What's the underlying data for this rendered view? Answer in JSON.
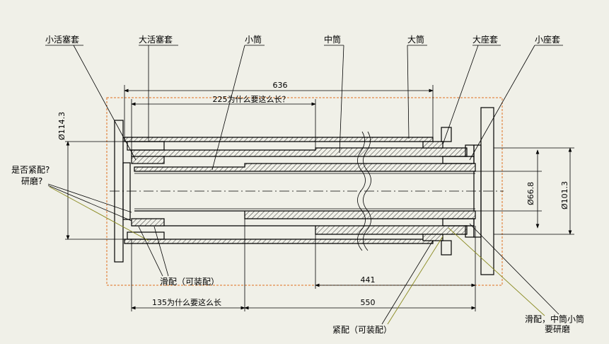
{
  "labels": {
    "small_piston_sleeve": "小活塞套",
    "large_piston_sleeve": "大活塞套",
    "small_cylinder": "小筒",
    "middle_cylinder": "中筒",
    "large_cylinder": "大筒",
    "large_seat_sleeve": "大座套",
    "small_seat_sleeve": "小座套",
    "tight_fit_question": "是否紧配?",
    "grinding_question": "研磨?",
    "sliding_fit_removable": "滑配（可装配）",
    "tight_fit_removable": "紧配（可装配）",
    "sliding_fit_note_line1": "滑配，中筒小筒",
    "sliding_fit_note_line2": "要研磨"
  },
  "dimensions": {
    "overall_length": "636",
    "length_225_question": "225为什么要这么长？",
    "length_135_question": "135为什么要这么长",
    "length_550": "550",
    "length_441": "441",
    "diameter_114": "Ø114.3",
    "diameter_66": "Ø66.8",
    "diameter_101": "Ø101.3"
  },
  "colors": {
    "background": "#f0f0e8",
    "frame": "#e07020",
    "leader_yellow": "#8a8a20"
  }
}
